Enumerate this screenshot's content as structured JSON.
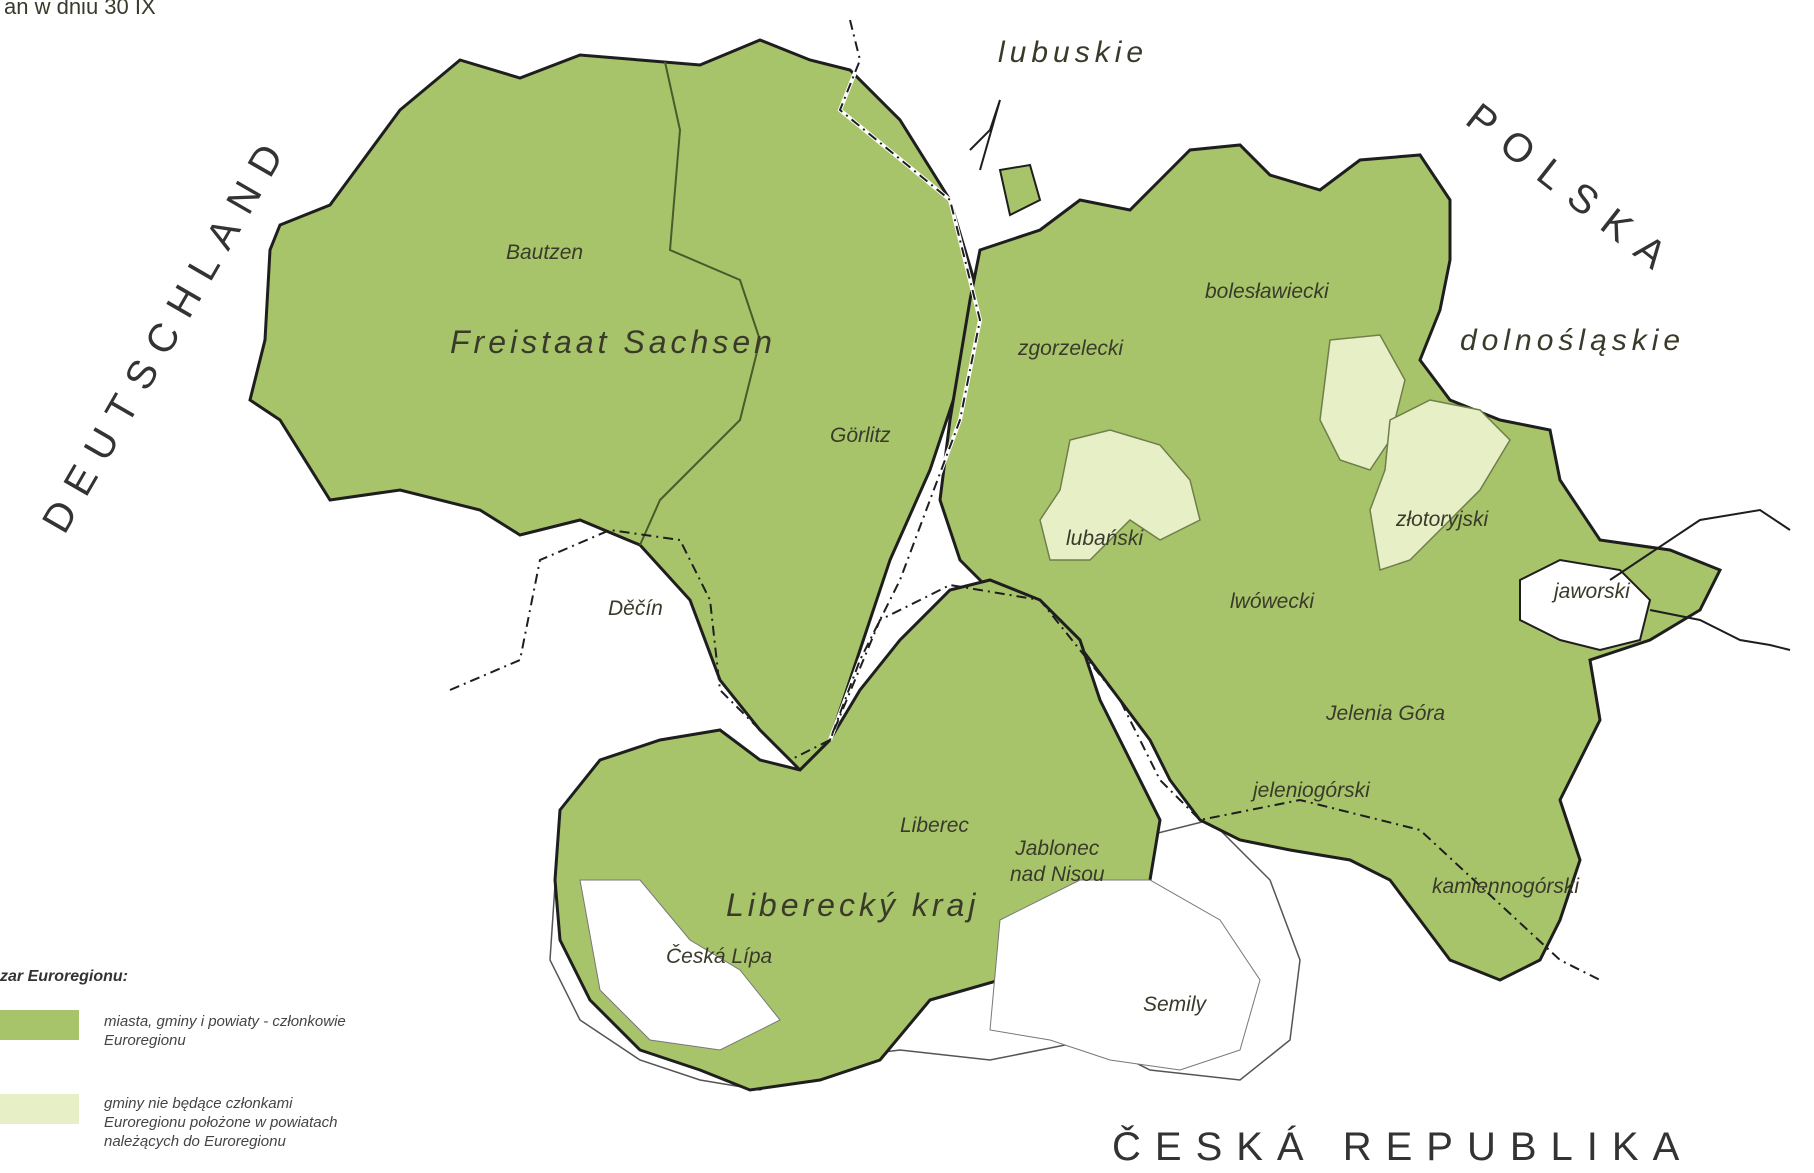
{
  "header": {
    "fragment": "an w dniu 30 IX"
  },
  "countries": {
    "de": "DEUTSCHLAND",
    "pl": "POLSKA",
    "cz": "ČESKÁ  REPUBLIKA"
  },
  "regions": {
    "sachsen": "Freistaat Sachsen",
    "liberecky": "Liberecký kraj",
    "lubuskie": "lubuskie",
    "dolnoslaskie": "dolnośląskie"
  },
  "districts": {
    "bautzen": "Bautzen",
    "gorlitz": "Görlitz",
    "decin": "Děčín",
    "liberec": "Liberec",
    "jablonec": "Jablonec\nnad Nisou",
    "ceska_lipa": "Česká Lípa",
    "semily": "Semily",
    "zgorzelecki": "zgorzelecki",
    "boleslawiecki": "bolesławiecki",
    "lubanski": "lubański",
    "lwowecki": "lwówecki",
    "zlotoryjski": "złotoryjski",
    "jaworski": "jaworski",
    "jelenia_gora": "Jelenia Góra",
    "jeleniogorski": "jeleniogórski",
    "kamiennogorski": "kamiennogórski"
  },
  "legend": {
    "title": "zar Euroregionu:",
    "items": [
      {
        "label": "miasta, gminy i powiaty - członkowie\nEuroregionu",
        "color": "#a8c46b"
      },
      {
        "label": "gminy nie będące członkami\nEuroregionu położone w powiatach\nnależących do Euroregionu",
        "color": "#e6efc6"
      }
    ]
  },
  "colors": {
    "member": "#a8c46b",
    "non_member": "#e6efc6",
    "outside": "#ffffff",
    "border": "#1e1e1e",
    "internal": "#6f7f4a"
  }
}
